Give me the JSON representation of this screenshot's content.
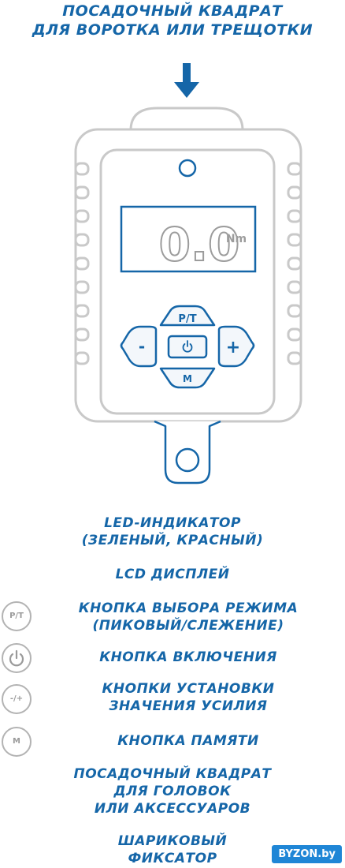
{
  "header": {
    "line1": "ПОСАДОЧНЫЙ КВАДРАТ",
    "line2": "ДЛЯ ВОРОТКА ИЛИ ТРЕЩОТКИ"
  },
  "device": {
    "display_value": "0.0",
    "display_unit": "Nm",
    "btn_pt": "P/T",
    "btn_minus": "-",
    "btn_plus": "+",
    "btn_m": "M"
  },
  "legend": {
    "led_line1": "LED-ИНДИКАТОР",
    "led_line2": "(ЗЕЛЕНЫЙ, КРАСНЫЙ)",
    "lcd": "LCD ДИСПЛЕЙ",
    "mode_icon": "P/T",
    "mode_line1": "КНОПКА ВЫБОРА РЕЖИМА",
    "mode_line2": "(ПИКОВЫЙ/СЛЕЖЕНИЕ)",
    "power_icon": "power-icon",
    "power": "КНОПКА ВКЛЮЧЕНИЯ",
    "set_icon": "-/+",
    "set_line1": "КНОПКИ УСТАНОВКИ",
    "set_line2": "ЗНАЧЕНИЯ УСИЛИЯ",
    "mem_icon": "M",
    "mem": "КНОПКА ПАМЯТИ",
    "square_line1": "ПОСАДОЧНЫЙ КВАДРАТ",
    "square_line2": "ДЛЯ ГОЛОВОК",
    "square_line3": "ИЛИ АКСЕССУАРОВ",
    "ball_line1": "ШАРИКОВЫЙ",
    "ball_line2": "ФИКСАТОР"
  },
  "watermark": "BYZON.by",
  "colors": {
    "accent": "#1566a8",
    "outline": "#c9c9c9",
    "button_fill": "#f3f7fb"
  }
}
